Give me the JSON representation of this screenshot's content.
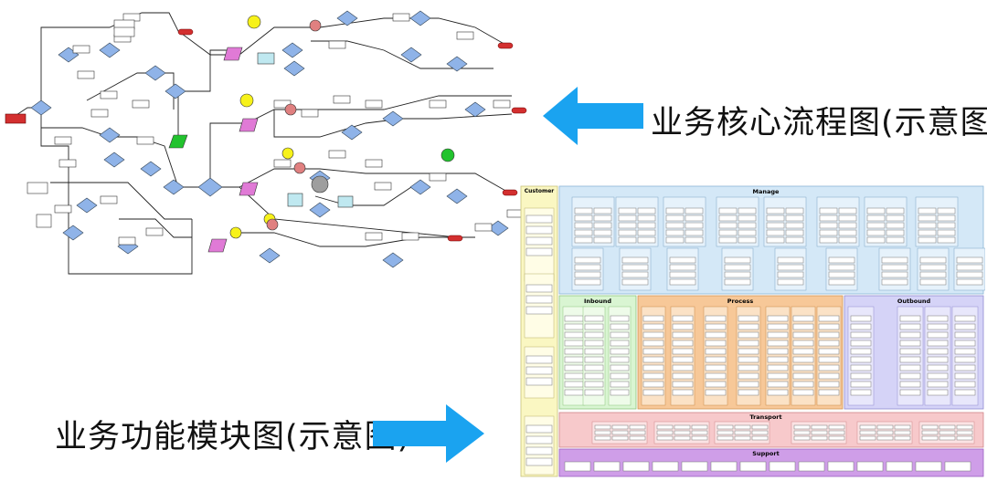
{
  "captions": {
    "process_flow": "业务核心流程图(示意图)",
    "module_map": "业务功能模块图(示意图)"
  },
  "colors": {
    "arrow": "#1aa3f0",
    "decision": "#8fb3e8",
    "terminal_red": "#d32f2f",
    "io_magenta": "#e07ad6",
    "event_yellow": "#f7f21a",
    "event_green": "#22c32e",
    "manage_fill": "#d4e8f7",
    "inbound_fill": "#d9f5d2",
    "process_fill": "#f7c898",
    "outbound_fill": "#d5d3f7",
    "transport_fill": "#f7c9cb",
    "support_fill": "#cf9ee8",
    "customer_fill": "#faf7c2"
  },
  "module_map": {
    "sections": {
      "customer": "Customer",
      "manage": "Manage",
      "inbound": "Inbound",
      "process": "Process",
      "outbound": "Outbound",
      "transport": "Transport",
      "support": "Support"
    }
  }
}
